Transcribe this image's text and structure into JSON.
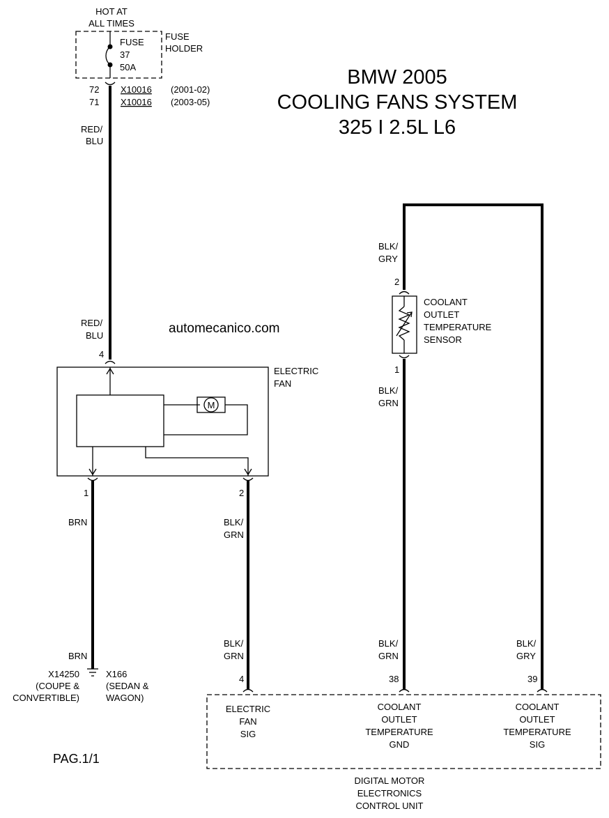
{
  "title": {
    "line1": "BMW 2005",
    "line2": "COOLING FANS SYSTEM",
    "line3": "325 I 2.5L L6"
  },
  "website": "automecanico.com",
  "page_label": "PAG.1/1",
  "power": {
    "hot_line1": "HOT AT",
    "hot_line2": "ALL TIMES",
    "fuse_label": "FUSE",
    "fuse_number": "37",
    "fuse_rating": "50A",
    "holder_line1": "FUSE",
    "holder_line2": "HOLDER",
    "connectors": [
      {
        "pin": "72",
        "id": "X10016",
        "years": "(2001-02)"
      },
      {
        "pin": "71",
        "id": "X10016",
        "years": "(2003-05)"
      }
    ]
  },
  "wires": {
    "feed_top": [
      "RED/",
      "BLU"
    ],
    "feed_bottom": [
      "RED/",
      "BLU"
    ],
    "ground_top": "BRN",
    "ground_bottom": "BRN",
    "fan_sig_top": [
      "BLK/",
      "GRN"
    ],
    "fan_sig_bottom": [
      "BLK/",
      "GRN"
    ],
    "sensor_top": [
      "BLK/",
      "GRY"
    ],
    "sensor_mid": [
      "BLK/",
      "GRN"
    ],
    "sensor_gnd_bottom": [
      "BLK/",
      "GRN"
    ],
    "sensor_sig_bottom": [
      "BLK/",
      "GRY"
    ]
  },
  "fan": {
    "name_line1": "ELECTRIC",
    "name_line2": "FAN",
    "motor_symbol": "M",
    "pin_power": "4",
    "pin_ground": "1",
    "pin_signal": "2"
  },
  "ground": {
    "left_id": "X14250",
    "left_note1": "(COUPE &",
    "left_note2": "CONVERTIBLE)",
    "right_id": "X166",
    "right_note1": "(SEDAN &",
    "right_note2": "WAGON)"
  },
  "sensor": {
    "line1": "COOLANT",
    "line2": "OUTLET",
    "line3": "TEMPERATURE",
    "line4": "SENSOR",
    "pin_top": "2",
    "pin_bottom": "1"
  },
  "ecu": {
    "name_line1": "DIGITAL MOTOR",
    "name_line2": "ELECTRONICS",
    "name_line3": "CONTROL UNIT",
    "pins": [
      {
        "pin": "4",
        "lines": [
          "ELECTRIC",
          "FAN",
          "SIG"
        ]
      },
      {
        "pin": "38",
        "lines": [
          "COOLANT",
          "OUTLET",
          "TEMPERATURE",
          "GND"
        ]
      },
      {
        "pin": "39",
        "lines": [
          "COOLANT",
          "OUTLET",
          "TEMPERATURE",
          "SIG"
        ]
      }
    ]
  },
  "colors": {
    "line": "#000000",
    "background": "#ffffff"
  }
}
